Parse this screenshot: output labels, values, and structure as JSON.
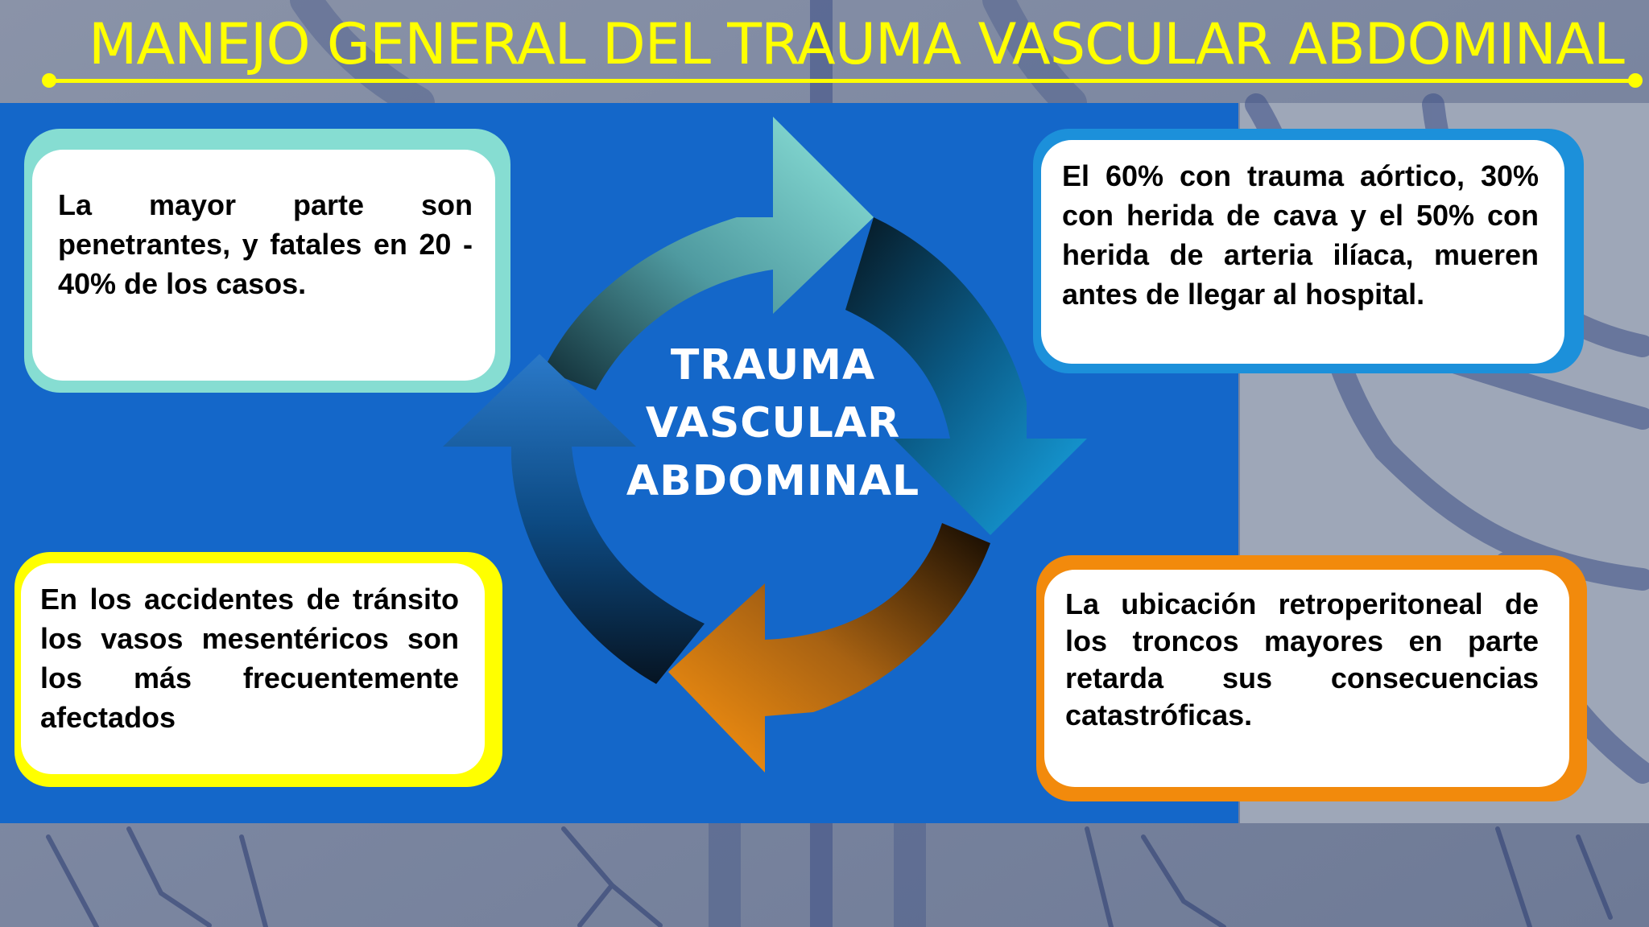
{
  "title": "MANEJO GENERAL DEL TRAUMA VASCULAR ABDOMINAL",
  "center": {
    "line1": "TRAUMA",
    "line2": "VASCULAR",
    "line3": "ABDOMINAL"
  },
  "boxes": {
    "top_left": "La mayor parte son penetrantes, y fatales en 20 - 40% de los casos.",
    "top_right": "El 60% con trauma aórtico, 30% con herida de cava y  el 50% con herida de arteria ilíaca, mueren antes de llegar al hospital.",
    "bottom_left": "En los accidentes de tránsito los vasos mesentéricos son los más frecuentemente afectados",
    "bottom_right": "La ubicación  retroperitoneal de los troncos mayores en parte retarda sus consecuencias catastróficas."
  },
  "colors": {
    "title": "#ffff00",
    "panel": "#1467c9",
    "box_top_left": "#86ddd2",
    "box_top_right": "#1c90da",
    "box_bottom_left": "#ffff00",
    "box_bottom_right": "#f28a0c"
  }
}
